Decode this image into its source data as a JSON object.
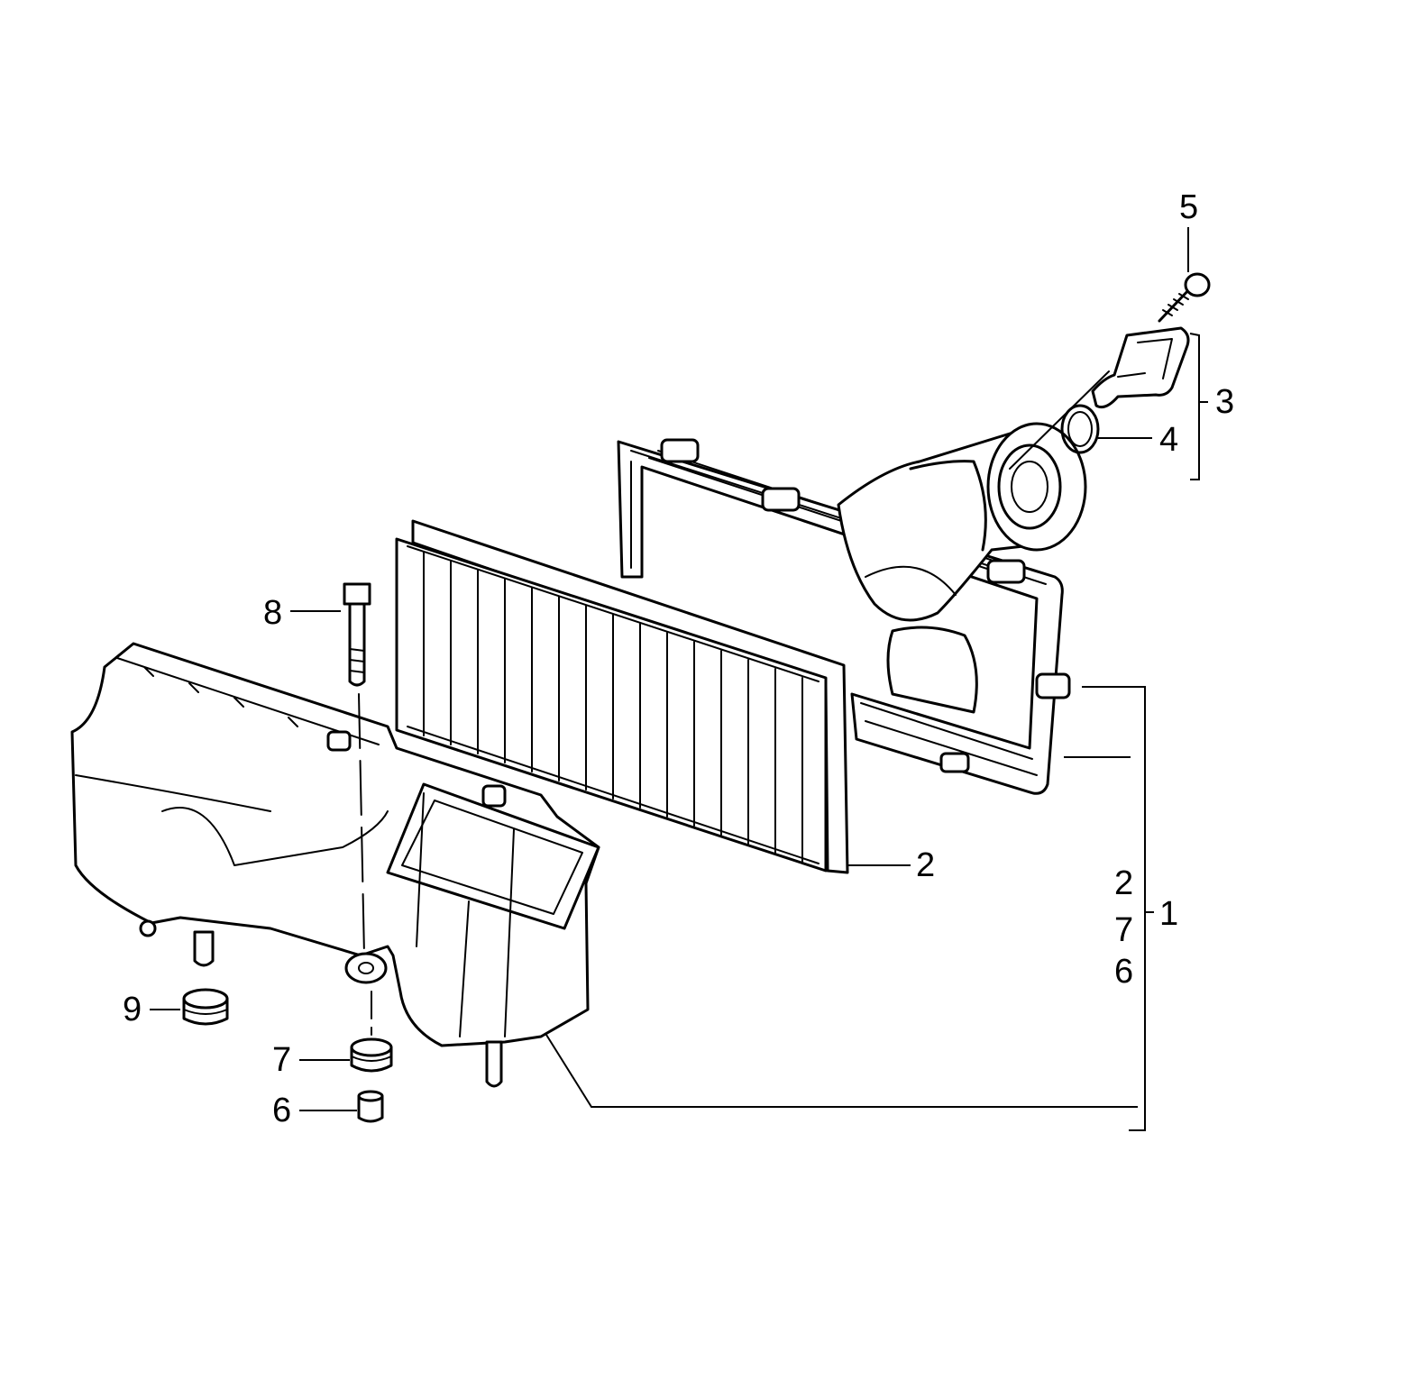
{
  "callouts": {
    "c1": "1",
    "c2a": "2",
    "c2b": "2",
    "c3": "3",
    "c4": "4",
    "c5": "5",
    "c6a": "6",
    "c6b": "6",
    "c7a": "7",
    "c7b": "7",
    "c8": "8",
    "c9": "9"
  }
}
